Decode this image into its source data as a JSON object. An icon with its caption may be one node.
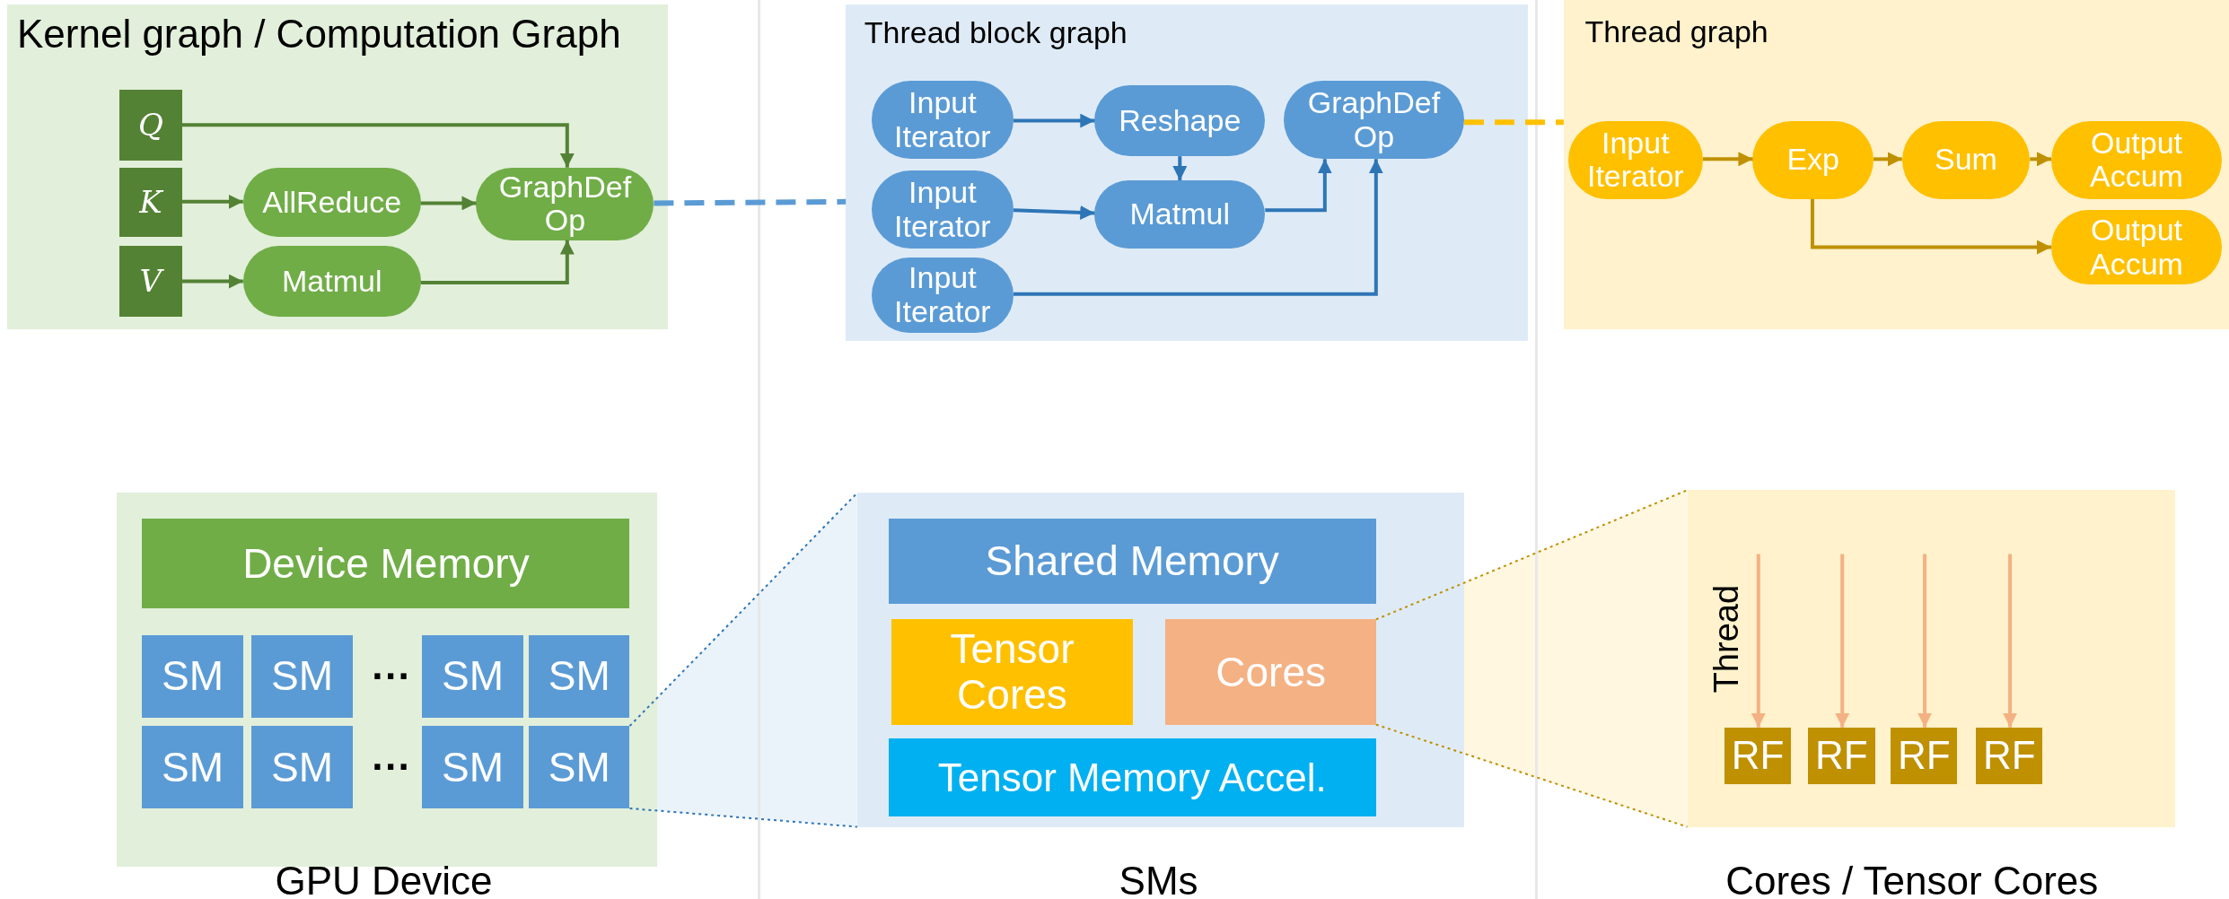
{
  "diagram": {
    "nodes": [
      {
        "text": [
          "Kernel graph / Computation Graph"
        ]
      },
      {
        "text": [
          "Q"
        ],
        "in": 0
      },
      {
        "text": [
          "K"
        ],
        "in": 0
      },
      {
        "text": [
          "V"
        ],
        "in": 0
      },
      {
        "text": [
          "AllReduce"
        ],
        "in": 0
      },
      {
        "text": [
          "Matmul"
        ],
        "in": 0
      },
      {
        "text": [
          "GraphDef Op"
        ],
        "in": 0
      },
      {
        "text": [
          "Thread block graph"
        ]
      },
      {
        "text": [
          "Input Iterator"
        ],
        "in": 7
      },
      {
        "text": [
          "Reshape"
        ],
        "in": 7
      },
      {
        "text": [
          "GraphDef Op"
        ],
        "in": 7
      },
      {
        "text": [
          "Input Iterator"
        ],
        "in": 7
      },
      {
        "text": [
          "Matmul"
        ],
        "in": 7
      },
      {
        "text": [
          "Input Iterator"
        ],
        "in": 7
      },
      {
        "text": [
          "Thread graph"
        ]
      },
      {
        "text": [
          "Input Iterator"
        ],
        "in": 14
      },
      {
        "text": [
          "Exp"
        ],
        "in": 14
      },
      {
        "text": [
          "Sum"
        ],
        "in": 14
      },
      {
        "text": [
          "Output Accum"
        ],
        "in": 14
      },
      {
        "text": [
          "Output Accum"
        ],
        "in": 14
      },
      {
        "text": [],
        "shape": "box",
        "beside": [
          "GPU Device"
        ]
      },
      {
        "text": [
          "Device Memory"
        ],
        "in": 20
      },
      {
        "text": [
          "SM"
        ],
        "in": 20
      },
      {
        "text": [
          "SM"
        ],
        "in": 20
      },
      {
        "text": [
          "SM"
        ],
        "in": 20
      },
      {
        "text": [
          "SM"
        ],
        "in": 20
      },
      {
        "text": [
          "SM"
        ],
        "in": 20
      },
      {
        "text": [
          "SM"
        ],
        "in": 20
      },
      {
        "text": [
          "SM"
        ],
        "in": 20
      },
      {
        "text": [
          "SM"
        ],
        "in": 20
      },
      {
        "text": [],
        "shape": "box",
        "beside": [
          "SMs"
        ]
      },
      {
        "text": [
          "Shared Memory"
        ],
        "in": 30
      },
      {
        "text": [
          "Tensor Cores"
        ],
        "in": 30
      },
      {
        "text": [
          "Cores"
        ],
        "in": 30
      },
      {
        "text": [
          "Tensor Memory Accel."
        ],
        "in": 30
      },
      {
        "text": [],
        "shape": "box",
        "beside": [
          "Cores / Tensor Cores"
        ]
      },
      {
        "text": [
          "RF"
        ],
        "in": 35
      },
      {
        "text": [
          "RF"
        ],
        "in": 35
      },
      {
        "text": [
          "RF"
        ],
        "in": 35
      },
      {
        "text": [
          "RF"
        ],
        "in": 35
      }
    ],
    "edges": [
      {
        "from": 1,
        "to": 6,
        "arrow": "to",
        "color": "#548235"
      },
      {
        "from": 2,
        "to": 4,
        "arrow": "to",
        "color": "#548235"
      },
      {
        "from": 4,
        "to": 6,
        "arrow": "to",
        "color": "#548235"
      },
      {
        "from": 3,
        "to": 5,
        "arrow": "to",
        "color": "#548235"
      },
      {
        "from": 5,
        "to": 6,
        "arrow": "to",
        "color": "#548235"
      },
      {
        "from": 6,
        "to": 7,
        "arrow": "none",
        "style": "dashed",
        "color": "#5b9bd5"
      },
      {
        "from": 8,
        "to": 9,
        "arrow": "to",
        "color": "#2e75b6"
      },
      {
        "from": 9,
        "to": 12,
        "arrow": "to",
        "color": "#2e75b6"
      },
      {
        "from": 11,
        "to": 12,
        "arrow": "to",
        "color": "#2e75b6"
      },
      {
        "from": 12,
        "to": 10,
        "arrow": "to",
        "color": "#2e75b6"
      },
      {
        "from": 13,
        "to": 10,
        "arrow": "to",
        "color": "#2e75b6"
      },
      {
        "from": 10,
        "to": 14,
        "arrow": "none",
        "style": "dashed",
        "color": "#ffc000"
      },
      {
        "from": 15,
        "to": 16,
        "arrow": "to",
        "color": "#bf9000"
      },
      {
        "from": 16,
        "to": 17,
        "arrow": "to",
        "color": "#bf9000"
      },
      {
        "from": 17,
        "to": 18,
        "arrow": "to",
        "color": "#bf9000"
      },
      {
        "from": 16,
        "to": 19,
        "arrow": "to",
        "color": "#bf9000"
      },
      {
        "from": 29,
        "to": 30,
        "arrow": "none",
        "style": "dashed",
        "color": "#2e75b6"
      },
      {
        "from": 29,
        "to": 30,
        "arrow": "none",
        "style": "dashed",
        "color": "#2e75b6"
      },
      {
        "from": 33,
        "to": 35,
        "arrow": "none",
        "style": "dashed",
        "color": "#bf9000"
      },
      {
        "from": 33,
        "to": 35,
        "arrow": "none",
        "style": "dashed",
        "color": "#bf9000"
      },
      {
        "from": null,
        "to": 36,
        "arrow": "to",
        "label": "Thread",
        "color": "#f4b183"
      },
      {
        "from": null,
        "to": 37,
        "arrow": "to",
        "color": "#f4b183"
      },
      {
        "from": null,
        "to": 38,
        "arrow": "to",
        "color": "#f4b183"
      },
      {
        "from": null,
        "to": 39,
        "arrow": "to",
        "color": "#f4b183"
      }
    ],
    "labels": [
      "···",
      "···"
    ]
  }
}
